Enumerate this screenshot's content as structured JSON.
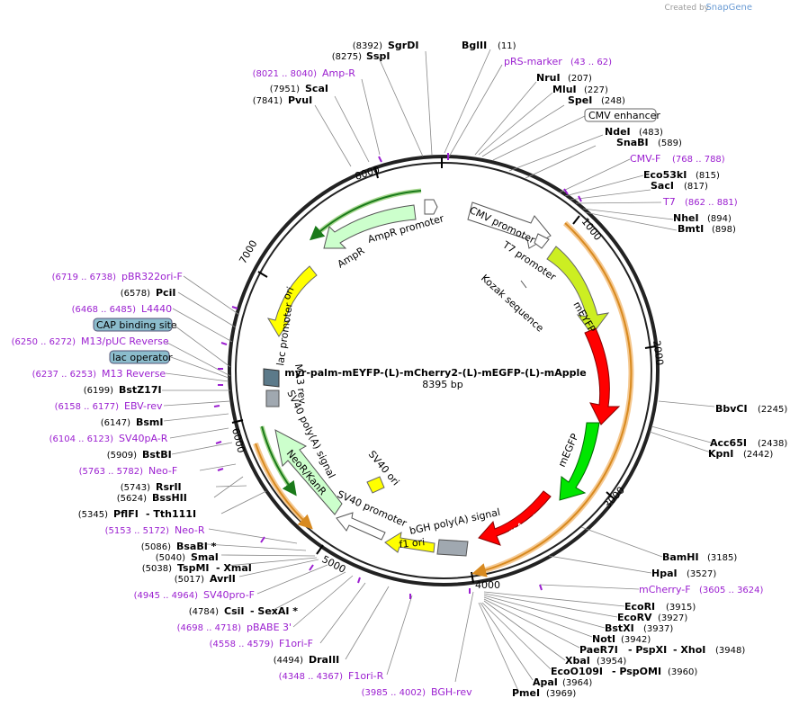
{
  "credit": {
    "prefix": "Created by",
    "brand": "SnapGene"
  },
  "plasmid": {
    "name": "myr-palm-mEYFP-(L)-mCherry2-(L)-mEGFP-(L)-mApple",
    "length": "8395 bp"
  },
  "ticks": [
    "1000",
    "2000",
    "3000",
    "4000",
    "5000",
    "6000",
    "7000",
    "8000"
  ],
  "features": {
    "cmv_promoter": "CMV promoter",
    "t7_promoter": "T7 promoter",
    "kozak": "Kozak sequence",
    "meyfp": "mEYFP",
    "mcherry2": "mCherry2",
    "megfp": "mEGFP",
    "mapple": "mApple",
    "bgh": "bGH poly(A) signal",
    "f1_ori": "f1 ori",
    "sv40_promoter": "SV40 promoter",
    "neo": "NeoR/KanR",
    "sv40_polya": "SV40 poly(A) signal",
    "sv40_ori": "SV40 ori",
    "lac_promoter": "lac promoter",
    "m13_rev": "M13 rev",
    "ori": "ori",
    "ampr": "AmpR",
    "ampr_promoter": "AmpR promoter"
  },
  "labels": [
    {
      "name": "SgrDI",
      "coord": "(8392)",
      "kind": "enzyme"
    },
    {
      "name": "SspI",
      "coord": "(8275)",
      "kind": "enzyme"
    },
    {
      "name": "Amp-R",
      "coord": "(8021 .. 8040)",
      "kind": "primer"
    },
    {
      "name": "ScaI",
      "coord": "(7951)",
      "kind": "enzyme"
    },
    {
      "name": "PvuI",
      "coord": "(7841)",
      "kind": "enzyme"
    },
    {
      "name": "BglII",
      "coord": "(11)",
      "kind": "enzyme"
    },
    {
      "name": "pRS-marker",
      "coord": "(43 .. 62)",
      "kind": "primer"
    },
    {
      "name": "NruI",
      "coord": "(207)",
      "kind": "enzyme"
    },
    {
      "name": "MluI",
      "coord": "(227)",
      "kind": "enzyme"
    },
    {
      "name": "SpeI",
      "coord": "(248)",
      "kind": "enzyme"
    },
    {
      "name": "CMV enhancer",
      "coord": "",
      "kind": "boxed"
    },
    {
      "name": "NdeI",
      "coord": "(483)",
      "kind": "enzyme"
    },
    {
      "name": "SnaBI",
      "coord": "(589)",
      "kind": "enzyme"
    },
    {
      "name": "CMV-F",
      "coord": "(768 .. 788)",
      "kind": "primer"
    },
    {
      "name": "Eco53kI",
      "coord": "(815)",
      "kind": "enzyme"
    },
    {
      "name": "SacI",
      "coord": "(817)",
      "kind": "enzyme"
    },
    {
      "name": "T7",
      "coord": "(862 .. 881)",
      "kind": "primer"
    },
    {
      "name": "NheI",
      "coord": "(894)",
      "kind": "enzyme"
    },
    {
      "name": "BmtI",
      "coord": "(898)",
      "kind": "enzyme"
    },
    {
      "name": "BbvCI",
      "coord": "(2245)",
      "kind": "enzyme"
    },
    {
      "name": "Acc65I",
      "coord": "(2438)",
      "kind": "enzyme"
    },
    {
      "name": "KpnI",
      "coord": "(2442)",
      "kind": "enzyme"
    },
    {
      "name": "BamHI",
      "coord": "(3185)",
      "kind": "enzyme"
    },
    {
      "name": "HpaI",
      "coord": "(3527)",
      "kind": "enzyme"
    },
    {
      "name": "mCherry-F",
      "coord": "(3605 .. 3624)",
      "kind": "primer"
    },
    {
      "name": "EcoRI",
      "coord": "(3915)",
      "kind": "enzyme"
    },
    {
      "name": "EcoRV",
      "coord": "(3927)",
      "kind": "enzyme"
    },
    {
      "name": "BstXI",
      "coord": "(3937)",
      "kind": "enzyme"
    },
    {
      "name": "NotI",
      "coord": "(3942)",
      "kind": "enzyme"
    },
    {
      "name": "PaeR7I",
      "coord": "",
      "kind": "enzyme"
    },
    {
      "name": "- PspXI",
      "coord": "",
      "kind": "enzyme"
    },
    {
      "name": "- XhoI",
      "coord": "(3948)",
      "kind": "enzyme"
    },
    {
      "name": "XbaI",
      "coord": "(3954)",
      "kind": "enzyme"
    },
    {
      "name": "EcoO109I",
      "coord": "",
      "kind": "enzyme"
    },
    {
      "name": "- PspOMI",
      "coord": "(3960)",
      "kind": "enzyme"
    },
    {
      "name": "ApaI",
      "coord": "(3964)",
      "kind": "enzyme"
    },
    {
      "name": "PmeI",
      "coord": "(3969)",
      "kind": "enzyme"
    },
    {
      "name": "BGH-rev",
      "coord": "(3985 .. 4002)",
      "kind": "primer"
    },
    {
      "name": "F1ori-R",
      "coord": "(4348 .. 4367)",
      "kind": "primer"
    },
    {
      "name": "DraIII",
      "coord": "(4494)",
      "kind": "enzyme"
    },
    {
      "name": "F1ori-F",
      "coord": "(4558 .. 4579)",
      "kind": "primer"
    },
    {
      "name": "pBABE 3'",
      "coord": "(4698 .. 4718)",
      "kind": "primer"
    },
    {
      "name": "CsiI",
      "coord": "(4784)",
      "kind": "enzyme"
    },
    {
      "name": "- SexAI *",
      "coord": "",
      "kind": "enzyme"
    },
    {
      "name": "SV40pro-F",
      "coord": "(4945 .. 4964)",
      "kind": "primer"
    },
    {
      "name": "AvrII",
      "coord": "(5017)",
      "kind": "enzyme"
    },
    {
      "name": "TspMI",
      "coord": "(5038)",
      "kind": "enzyme"
    },
    {
      "name": "- XmaI",
      "coord": "",
      "kind": "enzyme"
    },
    {
      "name": "SmaI",
      "coord": "(5040)",
      "kind": "enzyme"
    },
    {
      "name": "BsaBI *",
      "coord": "(5086)",
      "kind": "enzyme"
    },
    {
      "name": "Neo-R",
      "coord": "(5153 .. 5172)",
      "kind": "primer"
    },
    {
      "name": "PflFI",
      "coord": "(5345)",
      "kind": "enzyme"
    },
    {
      "name": "- Tth111I",
      "coord": "",
      "kind": "enzyme"
    },
    {
      "name": "BssHII",
      "coord": "(5624)",
      "kind": "enzyme"
    },
    {
      "name": "RsrII",
      "coord": "(5743)",
      "kind": "enzyme"
    },
    {
      "name": "Neo-F",
      "coord": "(5763 .. 5782)",
      "kind": "primer"
    },
    {
      "name": "BstBI",
      "coord": "(5909)",
      "kind": "enzyme"
    },
    {
      "name": "SV40pA-R",
      "coord": "(6104 .. 6123)",
      "kind": "primer"
    },
    {
      "name": "BsmI",
      "coord": "(6147)",
      "kind": "enzyme"
    },
    {
      "name": "EBV-rev",
      "coord": "(6158 .. 6177)",
      "kind": "primer"
    },
    {
      "name": "BstZ17I",
      "coord": "(6199)",
      "kind": "enzyme"
    },
    {
      "name": "M13 Reverse",
      "coord": "(6237 .. 6253)",
      "kind": "primer"
    },
    {
      "name": "lac operator",
      "coord": "",
      "kind": "feature"
    },
    {
      "name": "M13/pUC Reverse",
      "coord": "(6250 .. 6272)",
      "kind": "primer"
    },
    {
      "name": "CAP binding site",
      "coord": "",
      "kind": "feature"
    },
    {
      "name": "L4440",
      "coord": "(6468 .. 6485)",
      "kind": "primer"
    },
    {
      "name": "PciI",
      "coord": "(6578)",
      "kind": "enzyme"
    },
    {
      "name": "pBR322ori-F",
      "coord": "(6719 .. 6738)",
      "kind": "primer"
    }
  ],
  "colors": {
    "primer": "#9b1fd0",
    "mcherry": "#ff0000",
    "megfp": "#00e600",
    "meyfp": "#ccee22",
    "ori": "#ffff00",
    "neo": "#ccffcc",
    "orange_band": "#f0a040",
    "grey_box": "#a0a8b0",
    "feature_box": "#8bbccc"
  }
}
